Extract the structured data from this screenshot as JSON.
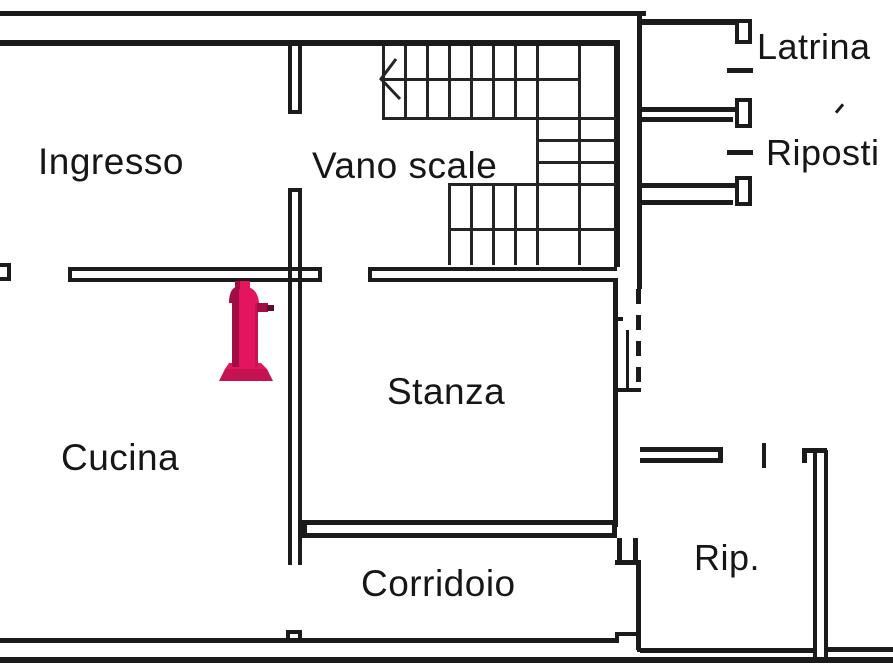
{
  "figure": {
    "type": "floor-plan",
    "background": "#ffffff",
    "wall_color": "#1b1b1b"
  },
  "rooms": {
    "ingresso": {
      "label": "Ingresso"
    },
    "vano_scale": {
      "label": "Vano scale"
    },
    "latrina": {
      "label": "Latrina"
    },
    "ripostiglio": {
      "label": "Riposti"
    },
    "cucina": {
      "label": "Cucina"
    },
    "stanza": {
      "label": "Stanza"
    },
    "corridoio": {
      "label": "Corridoio"
    },
    "rip": {
      "label": "Rip."
    }
  },
  "marker": {
    "name": "pink-hydrant-marker",
    "color_main": "#e3155e",
    "color_shadow": "#a30d46",
    "color_mid": "#c41253",
    "color_dark": "#5f0c2e"
  }
}
